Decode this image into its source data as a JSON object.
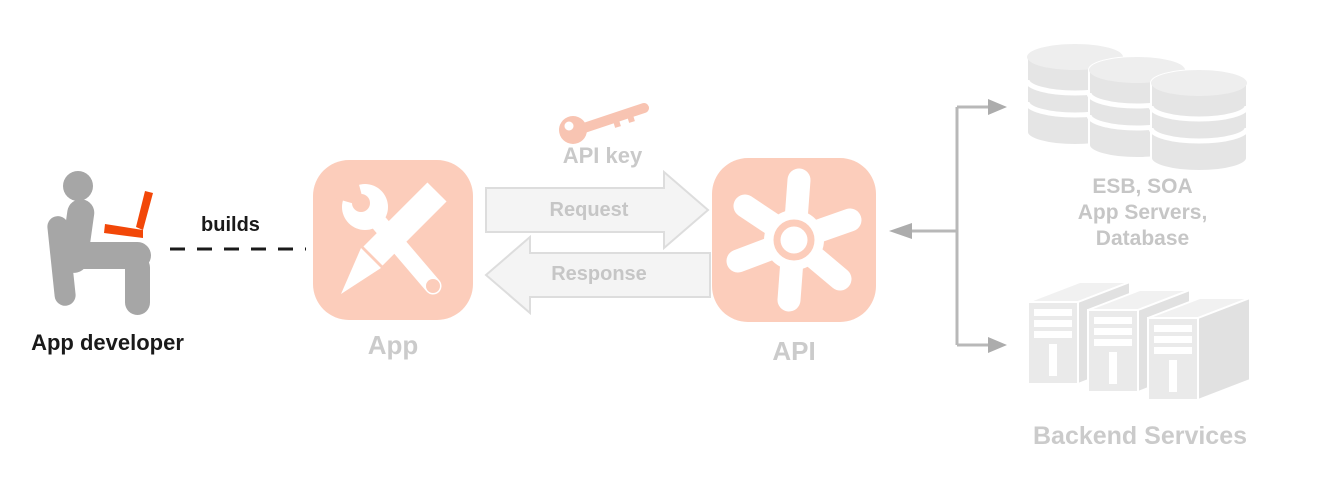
{
  "developer": {
    "label": "App developer",
    "icon": "person-with-laptop-icon"
  },
  "builds": {
    "label": "builds"
  },
  "app": {
    "label": "App",
    "icon": "wrench-pencil-icon"
  },
  "api_key": {
    "label": "API key",
    "icon": "key-icon"
  },
  "arrows": {
    "request_label": "Request",
    "response_label": "Response"
  },
  "api": {
    "label": "API",
    "icon": "spoke-gear-icon"
  },
  "backend_systems": {
    "line1": "ESB, SOA",
    "line2": "App Servers,",
    "line3": "Database",
    "icon": "database-stack-icon"
  },
  "backend_services": {
    "label": "Backend Services",
    "icon": "server-stack-icon"
  },
  "colors": {
    "accent_salmon": "#fccdbb",
    "key_pink": "#f8c4b2",
    "laptop_orange": "#f24708",
    "person_gray": "#a6a6a6",
    "muted_label": "#c8c8c8",
    "arrow_fill": "#f4f4f4",
    "arrow_border": "#dddddd",
    "connector_gray": "#b5b5b5",
    "shape_gray": "#e7e7e7",
    "text_black": "#1a1a1a"
  }
}
